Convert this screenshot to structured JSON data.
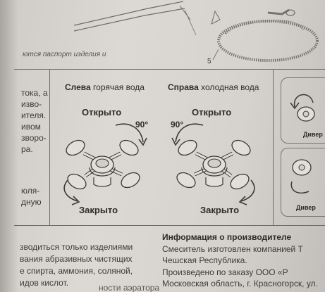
{
  "top_caption": "ются паспорт изделия и",
  "part_number": "5",
  "left_lines": [
    "тока, а",
    "изво-",
    "ителя.",
    "ивом",
    "зворо-",
    "ра.",
    "юля-",
    "дную"
  ],
  "left_panel": {
    "side": "Слева",
    "water": "горячая вода",
    "open": "Открыто",
    "closed": "Закрыто",
    "angle": "90°"
  },
  "right_panel": {
    "side": "Справа",
    "water": "холодная вода",
    "open": "Открыто",
    "closed": "Закрыто",
    "angle": "90°"
  },
  "side_labels": [
    "Дивер",
    "Дивер"
  ],
  "bottom_left_lines": [
    "зводиться только изделиями",
    "вания абразивных чистящих",
    "е спирта, аммония, соляной,",
    "идов кислот."
  ],
  "bottom_left_cut": "ности аэратора",
  "manufacturer": {
    "title": "Информация о производителе",
    "lines": [
      "Смеситель изготовлен компанией Т",
      "Чешская Республика.",
      "Произведено по заказу ООО «Р",
      "Московская область, г. Красногорск, ул."
    ]
  },
  "colors": {
    "paper": "#d8d4cf",
    "ink": "#2e2d2b"
  }
}
